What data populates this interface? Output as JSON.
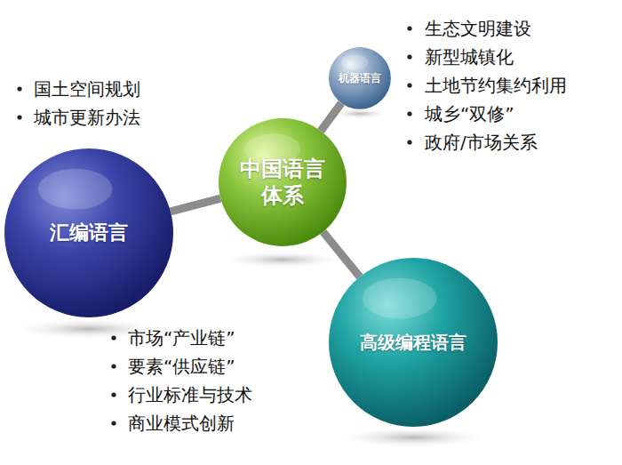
{
  "diagram": {
    "nodes": [
      {
        "text": [
          "机器语言"
        ]
      },
      {
        "text": [
          "中国语言体系"
        ]
      },
      {
        "text": [
          "汇编语言"
        ]
      },
      {
        "text": [
          "高级编程语言"
        ]
      }
    ],
    "edges": [
      {
        "from": 1,
        "to": 0,
        "arrow": "none"
      },
      {
        "from": 1,
        "to": 2,
        "arrow": "none"
      },
      {
        "from": 1,
        "to": 3,
        "arrow": "none"
      }
    ],
    "labels": [
      "生态文明建设",
      "新型城镇化",
      "土地节约集约利用",
      "城乡“双修”",
      "政府/市场关系",
      "国土空间规划",
      "城市更新办法",
      "市场“产业链”",
      "要素“供应链”",
      "行业标准与技术",
      "商业模式创新"
    ]
  }
}
